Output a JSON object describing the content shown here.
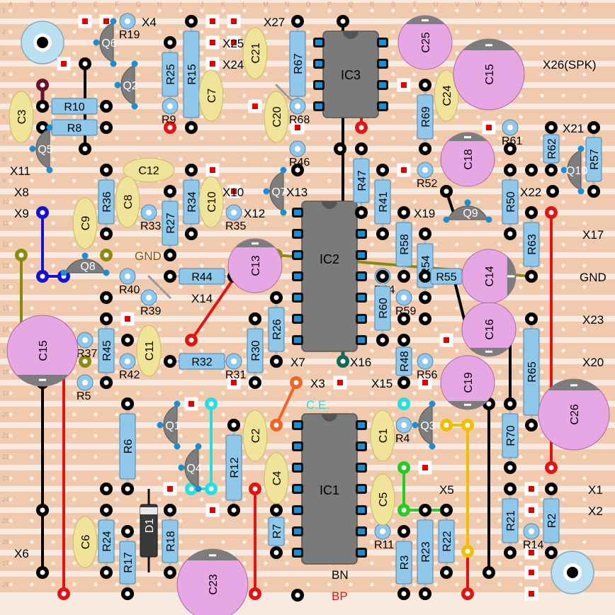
{
  "columns": [
    "A",
    "B",
    "C",
    "D",
    "E",
    "F",
    "G",
    "H",
    "I",
    "J",
    "K",
    "L",
    "M",
    "N",
    "O",
    "P",
    "Q",
    "R",
    "S",
    "T",
    "U",
    "V",
    "W",
    "X",
    "Y",
    "Z",
    "AA",
    "AB"
  ],
  "rows": [
    "1",
    "2",
    "3",
    "4",
    "5",
    "6",
    "7",
    "8",
    "9",
    "10",
    "11",
    "12",
    "13",
    "14",
    "15",
    "16",
    "17",
    "18",
    "19",
    "20",
    "21",
    "22",
    "23",
    "24",
    "25",
    "26",
    "27",
    "28"
  ],
  "colors": {
    "strip": "#f1c9ad",
    "strip_gap": "#f7eae0",
    "pad": "#ffffff",
    "resistor": "#8fc8ea",
    "ceramic_cap": "#efe497",
    "electrolytic": "#e6a7e4",
    "transistor": "#7d7d7d",
    "ic": "#7a7a7a",
    "ic_pin": "#1a8fd6",
    "link_black": "#000000",
    "link_red": "#e11313",
    "link_blue": "#1212d6",
    "link_olive": "#8a8a10",
    "link_cyan": "#22e0e0",
    "link_orange": "#f06428",
    "link_green": "#22cc22",
    "link_yellow": "#f0c000",
    "link_maroon": "#6b0f2f",
    "link_teal": "#0e6b5a",
    "cut_mark": "#e00000"
  },
  "ics": [
    {
      "id": "ic3",
      "label": "IC3"
    },
    {
      "id": "ic2",
      "label": "IC2"
    },
    {
      "id": "ic1",
      "label": "IC1"
    }
  ],
  "resistors": [
    {
      "id": "r19",
      "label": "R19"
    },
    {
      "id": "r25",
      "label": "R25"
    },
    {
      "id": "r15",
      "label": "R15"
    },
    {
      "id": "r67",
      "label": "R67"
    },
    {
      "id": "r10",
      "label": "R10"
    },
    {
      "id": "r8",
      "label": "R8"
    },
    {
      "id": "r9",
      "label": "R9"
    },
    {
      "id": "r68",
      "label": "R68"
    },
    {
      "id": "r69",
      "label": "R69"
    },
    {
      "id": "r61",
      "label": "R61"
    },
    {
      "id": "r62",
      "label": "R62"
    },
    {
      "id": "r57",
      "label": "R57"
    },
    {
      "id": "r46",
      "label": "R46"
    },
    {
      "id": "r47",
      "label": "R47"
    },
    {
      "id": "r36",
      "label": "R36"
    },
    {
      "id": "r34",
      "label": "R34"
    },
    {
      "id": "r27",
      "label": "R27"
    },
    {
      "id": "r33",
      "label": "R33"
    },
    {
      "id": "r35",
      "label": "R35"
    },
    {
      "id": "r41",
      "label": "R41"
    },
    {
      "id": "r52",
      "label": "R52"
    },
    {
      "id": "r50",
      "label": "R50"
    },
    {
      "id": "r63",
      "label": "R63"
    },
    {
      "id": "r58",
      "label": "R58"
    },
    {
      "id": "r54",
      "label": "R54"
    },
    {
      "id": "r40",
      "label": "R40"
    },
    {
      "id": "r44",
      "label": "R44"
    },
    {
      "id": "r39",
      "label": "R39"
    },
    {
      "id": "r64",
      "label": "R64"
    },
    {
      "id": "r59",
      "label": "R59"
    },
    {
      "id": "r55",
      "label": "R55"
    },
    {
      "id": "r60",
      "label": "R60"
    },
    {
      "id": "r37",
      "label": "R37"
    },
    {
      "id": "r45",
      "label": "R45"
    },
    {
      "id": "r42",
      "label": "R42"
    },
    {
      "id": "r32",
      "label": "R32"
    },
    {
      "id": "r31",
      "label": "R31"
    },
    {
      "id": "r30",
      "label": "R30"
    },
    {
      "id": "r26",
      "label": "R26"
    },
    {
      "id": "r48",
      "label": "R48"
    },
    {
      "id": "r56",
      "label": "R56"
    },
    {
      "id": "r65",
      "label": "R65"
    },
    {
      "id": "r5",
      "label": "R5"
    },
    {
      "id": "r6",
      "label": "R6"
    },
    {
      "id": "r12",
      "label": "R12"
    },
    {
      "id": "r4",
      "label": "R4"
    },
    {
      "id": "r70",
      "label": "R70"
    },
    {
      "id": "r7",
      "label": "R7"
    },
    {
      "id": "r24",
      "label": "R24"
    },
    {
      "id": "r17",
      "label": "R17"
    },
    {
      "id": "r18",
      "label": "R18"
    },
    {
      "id": "r11",
      "label": "R11"
    },
    {
      "id": "r3",
      "label": "R3"
    },
    {
      "id": "r23",
      "label": "R23"
    },
    {
      "id": "r22",
      "label": "R22"
    },
    {
      "id": "r21",
      "label": "R21"
    },
    {
      "id": "r14",
      "label": "R14"
    },
    {
      "id": "r2",
      "label": "R2"
    }
  ],
  "ceramic_caps": [
    {
      "id": "c21",
      "label": "C21"
    },
    {
      "id": "c7",
      "label": "C7"
    },
    {
      "id": "c20",
      "label": "C20"
    },
    {
      "id": "c24",
      "label": "C24"
    },
    {
      "id": "c3",
      "label": "C3"
    },
    {
      "id": "c12",
      "label": "C12"
    },
    {
      "id": "c8",
      "label": "C8"
    },
    {
      "id": "c10",
      "label": "C10"
    },
    {
      "id": "c9",
      "label": "C9"
    },
    {
      "id": "c11",
      "label": "C11"
    },
    {
      "id": "c2",
      "label": "C2"
    },
    {
      "id": "c1",
      "label": "C1"
    },
    {
      "id": "c4",
      "label": "C4"
    },
    {
      "id": "c5",
      "label": "C5"
    },
    {
      "id": "c6",
      "label": "C6"
    }
  ],
  "electrolytics": [
    {
      "id": "c25",
      "label": "C25"
    },
    {
      "id": "c15a",
      "label": "C15"
    },
    {
      "id": "c18",
      "label": "C18"
    },
    {
      "id": "c13",
      "label": "C13"
    },
    {
      "id": "c14",
      "label": "C14"
    },
    {
      "id": "c16",
      "label": "C16"
    },
    {
      "id": "c15b",
      "label": "C15"
    },
    {
      "id": "c19",
      "label": "C19"
    },
    {
      "id": "c26",
      "label": "C26"
    },
    {
      "id": "c23",
      "label": "C23"
    }
  ],
  "transistors": [
    {
      "id": "q6",
      "label": "Q6"
    },
    {
      "id": "q2",
      "label": "Q2"
    },
    {
      "id": "q5",
      "label": "Q5"
    },
    {
      "id": "q7",
      "label": "Q7"
    },
    {
      "id": "q10",
      "label": "Q10"
    },
    {
      "id": "q9",
      "label": "Q9"
    },
    {
      "id": "q8",
      "label": "Q8"
    },
    {
      "id": "q1",
      "label": "Q1"
    },
    {
      "id": "q4",
      "label": "Q4"
    },
    {
      "id": "q3",
      "label": "Q3"
    }
  ],
  "diode": {
    "label": "D1"
  },
  "offboard_labels": [
    {
      "id": "x4",
      "text": "X4"
    },
    {
      "id": "x27",
      "text": "X27"
    },
    {
      "id": "x25",
      "text": "X25"
    },
    {
      "id": "x24",
      "text": "X24"
    },
    {
      "id": "x26",
      "text": "X26(SPK)"
    },
    {
      "id": "x21",
      "text": "X21"
    },
    {
      "id": "x11",
      "text": "X11"
    },
    {
      "id": "x8",
      "text": "X8"
    },
    {
      "id": "x9",
      "text": "X9"
    },
    {
      "id": "x10",
      "text": "X10"
    },
    {
      "id": "x13",
      "text": "X13"
    },
    {
      "id": "x12",
      "text": "X12"
    },
    {
      "id": "x22",
      "text": "X22"
    },
    {
      "id": "x19",
      "text": "X19"
    },
    {
      "id": "x17",
      "text": "X17"
    },
    {
      "id": "gnd1",
      "text": "GND"
    },
    {
      "id": "gnd2",
      "text": "GND"
    },
    {
      "id": "x14",
      "text": "X14"
    },
    {
      "id": "x23",
      "text": "X23"
    },
    {
      "id": "x20",
      "text": "X20"
    },
    {
      "id": "x7",
      "text": "X7"
    },
    {
      "id": "x16",
      "text": "X16"
    },
    {
      "id": "x3",
      "text": "X3"
    },
    {
      "id": "x15",
      "text": "X15"
    },
    {
      "id": "ce",
      "text": "C.E."
    },
    {
      "id": "x5",
      "text": "X5"
    },
    {
      "id": "x1",
      "text": "X1"
    },
    {
      "id": "x2",
      "text": "X2"
    },
    {
      "id": "x6",
      "text": "X6"
    },
    {
      "id": "bn",
      "text": "BN"
    },
    {
      "id": "bp",
      "text": "BP"
    }
  ]
}
